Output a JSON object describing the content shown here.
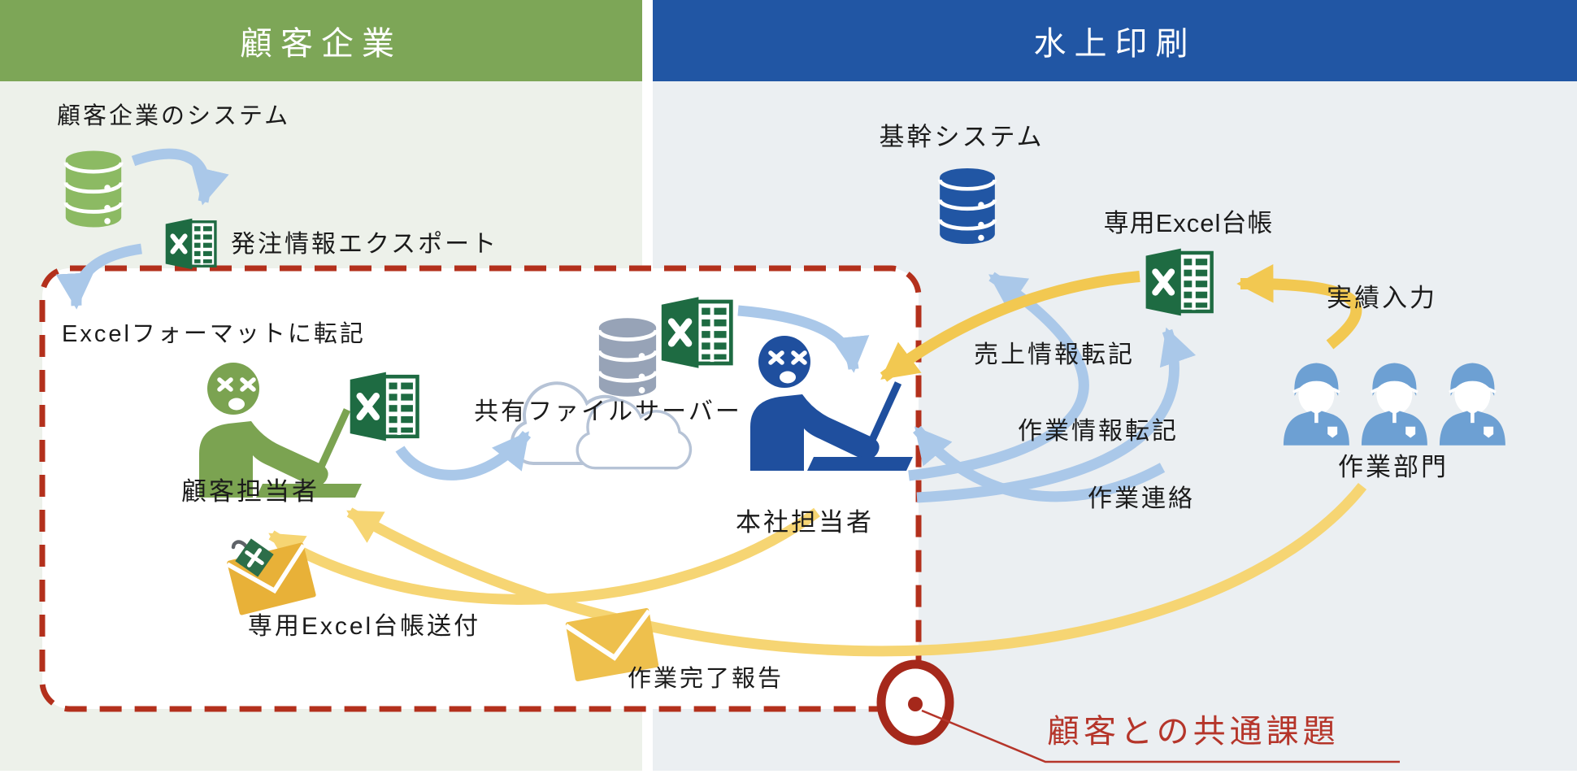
{
  "headers": {
    "left": "顧客企業",
    "right": "水上印刷"
  },
  "left_panel": {
    "system_label": "顧客企業のシステム",
    "export_label": "発注情報エクスポート"
  },
  "process_box": {
    "transcribe_label": "Excelフォーマットに転記",
    "customer_rep_label": "顧客担当者",
    "file_server_label": "共有ファイルサーバー",
    "hq_rep_label": "本社担当者",
    "ledger_send_label": "専用Excel台帳送付",
    "completion_report_label": "作業完了報告"
  },
  "right_panel": {
    "core_system_label": "基幹システム",
    "ledger_label": "専用Excel台帳",
    "results_input_label": "実績入力",
    "sales_transfer_label": "売上情報転記",
    "work_transfer_label": "作業情報転記",
    "work_contact_label": "作業連絡",
    "work_dept_label": "作業部門"
  },
  "callout": {
    "common_issue_label": "顧客との共通課題"
  },
  "icons": {
    "customer_database": "database-icon",
    "core_database": "database-icon",
    "file_server_database": "database-icon",
    "excel_files": "excel-icon",
    "file_server": "cloud-icon",
    "customer_rep": "distressed-person-laptop-icon",
    "hq_rep": "distressed-person-laptop-icon",
    "workers": "worker-person-icon",
    "ledger_mail": "envelope-with-excel-attachment-icon",
    "report_mail": "envelope-icon",
    "issue_marker": "red-circle-marker-icon"
  },
  "colors": {
    "header_green": "#7da657",
    "header_blue": "#2156a4",
    "panel_green_bg": "#edf1ea",
    "panel_blue_bg": "#ebeff2",
    "arrow_blue": "#aac8e9",
    "arrow_yellow": "#f2c851",
    "arrow_yellow_light": "#f6d573",
    "excel_green": "#1e6b42",
    "db_green": "#8cba63",
    "db_gray": "#97a3b7",
    "person_green": "#7ba351",
    "person_navy": "#1f4f9e",
    "worker_blue": "#6da0d3",
    "envelope_amber": "#e8b138",
    "dashed_red": "#b3301c",
    "callout_red": "#b5352a"
  }
}
